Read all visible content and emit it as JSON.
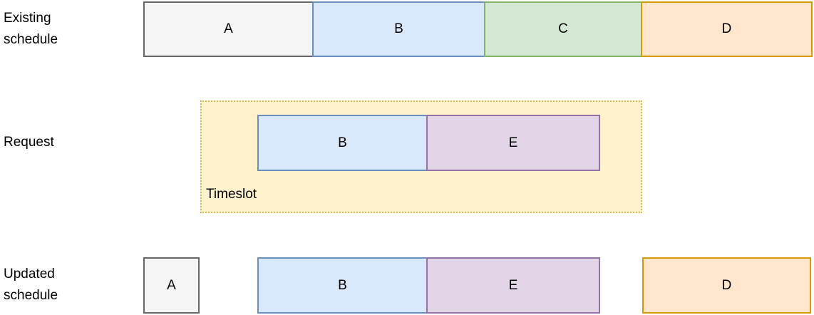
{
  "palette": {
    "gray": {
      "fill": "#f5f5f5",
      "stroke": "#666666"
    },
    "blue": {
      "fill": "#dae8fc",
      "stroke": "#6c8ebf"
    },
    "green": {
      "fill": "#d5e8d4",
      "stroke": "#82b366"
    },
    "orange": {
      "fill": "#ffe6cc",
      "stroke": "#d79b00"
    },
    "purple": {
      "fill": "#e1d5e7",
      "stroke": "#9673a6"
    },
    "yellow": {
      "fill": "#fff2cc",
      "stroke": "#d6b656"
    }
  },
  "diagram": {
    "row_labels": {
      "existing": "Existing\nschedule",
      "request": "Request",
      "updated": "Updated\nschedule"
    },
    "timeslot": {
      "label": "Timeslot",
      "color": "yellow"
    },
    "existing_schedule_boxes": [
      {
        "label": "A",
        "color": "gray"
      },
      {
        "label": "B",
        "color": "blue"
      },
      {
        "label": "C",
        "color": "green"
      },
      {
        "label": "D",
        "color": "orange"
      }
    ],
    "request_boxes": [
      {
        "label": "B",
        "color": "blue"
      },
      {
        "label": "E",
        "color": "purple"
      }
    ],
    "updated_schedule_boxes": [
      {
        "label": "A",
        "color": "gray"
      },
      {
        "label": "B",
        "color": "blue"
      },
      {
        "label": "E",
        "color": "purple"
      },
      {
        "label": "D",
        "color": "orange"
      }
    ]
  }
}
